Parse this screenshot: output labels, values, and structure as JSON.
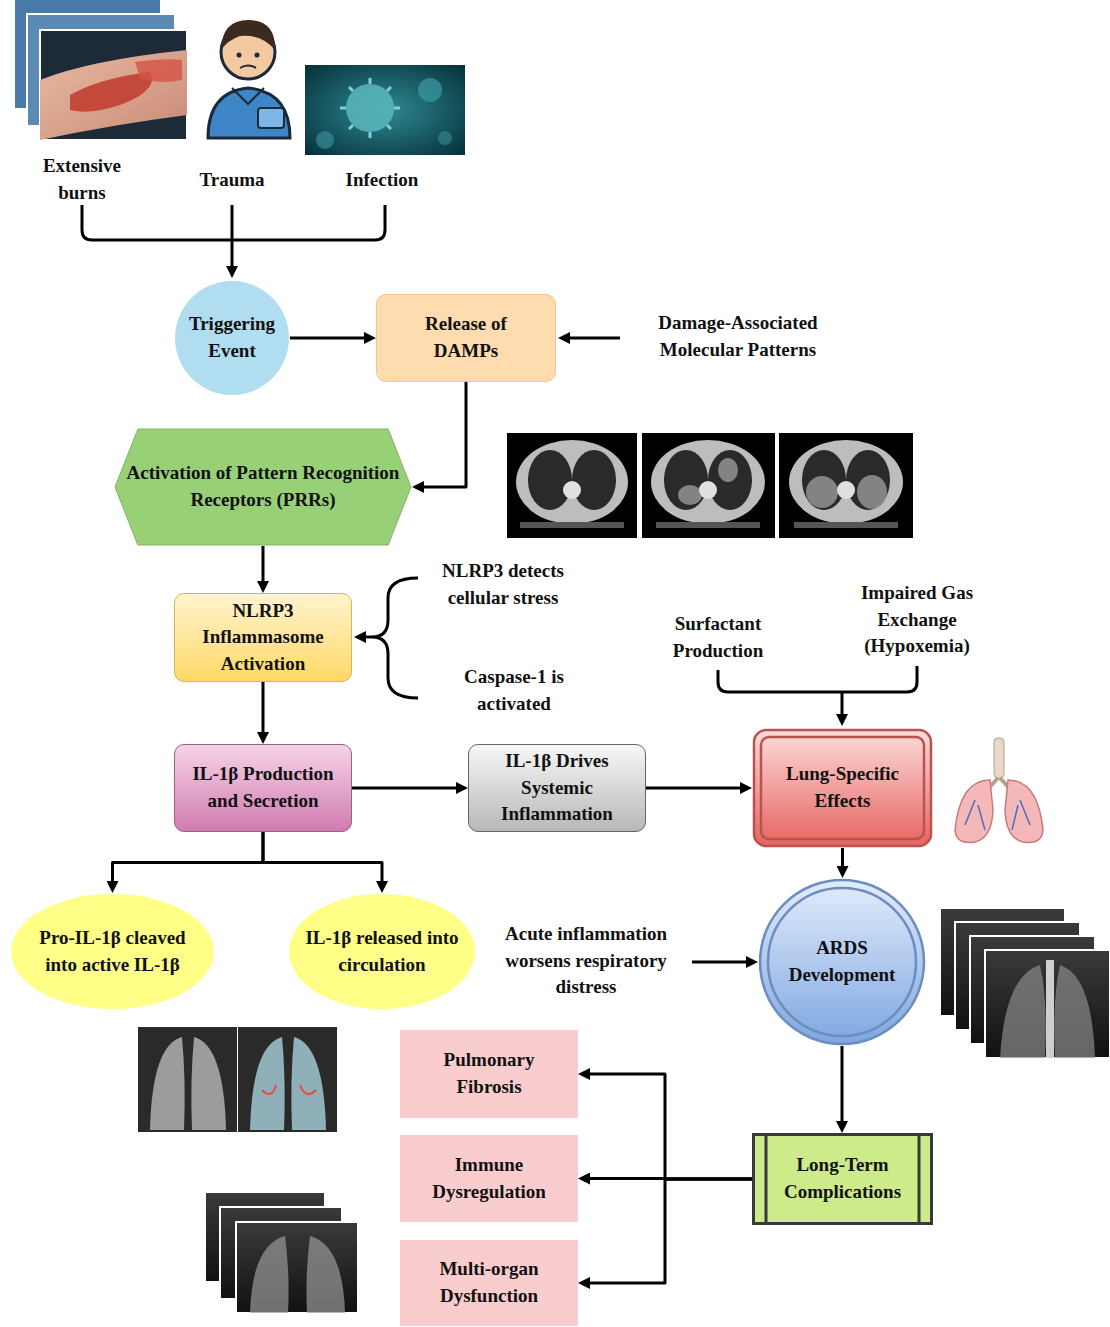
{
  "diagram": {
    "nodes": [
      {
        "text": [
          "Triggering Event"
        ]
      },
      {
        "text": [
          "Release of DAMPs"
        ]
      },
      {
        "text": [
          "Activation of Pattern Recognition Receptors (PRRs)"
        ]
      },
      {
        "text": [
          "NLRP3 Inflammasome Activation"
        ]
      },
      {
        "text": [
          "IL-1β Production and Secretion"
        ]
      },
      {
        "text": [
          "IL-1β Drives Systemic Inflammation"
        ]
      },
      {
        "text": [
          "Lung-Specific Effects"
        ]
      },
      {
        "text": [
          "Pro-IL-1β cleaved into active IL-1β"
        ]
      },
      {
        "text": [
          "IL-1β released into circulation"
        ]
      },
      {
        "text": [
          "ARDS Development"
        ]
      },
      {
        "text": [
          "Long-Term Complications"
        ]
      },
      {
        "text": [
          "Pulmonary Fibrosis"
        ]
      },
      {
        "text": [
          "Immune Dysregulation"
        ]
      },
      {
        "text": [
          "Multi-organ Dysfunction"
        ]
      }
    ],
    "edges": [
      {
        "from": 0,
        "to": 1,
        "arrow": "to"
      },
      {
        "from": 1,
        "to": 2,
        "arrow": "to"
      },
      {
        "from": 2,
        "to": 3,
        "arrow": "to"
      },
      {
        "from": 3,
        "to": 4,
        "arrow": "to"
      },
      {
        "from": 4,
        "to": 5,
        "arrow": "to"
      },
      {
        "from": 5,
        "to": 6,
        "arrow": "to"
      },
      {
        "from": 4,
        "to": 7,
        "arrow": "to"
      },
      {
        "from": 4,
        "to": 8,
        "arrow": "to"
      },
      {
        "from": 6,
        "to": 9,
        "arrow": "to"
      },
      {
        "from": 9,
        "to": 10,
        "arrow": "to"
      },
      {
        "from": 10,
        "to": 11,
        "arrow": "to"
      },
      {
        "from": 10,
        "to": 12,
        "arrow": "to"
      },
      {
        "from": 10,
        "to": 13,
        "arrow": "to"
      }
    ],
    "labels": [
      "Extensive burns",
      "Trauma",
      "Infection",
      "Damage-Associated Molecular Patterns",
      "NLRP3 detects cellular stress",
      "Caspase-1 is activated",
      "Surfactant Production",
      "Impaired Gas Exchange (Hypoxemia)",
      "Acute inflammation worsens respiratory distress"
    ]
  }
}
